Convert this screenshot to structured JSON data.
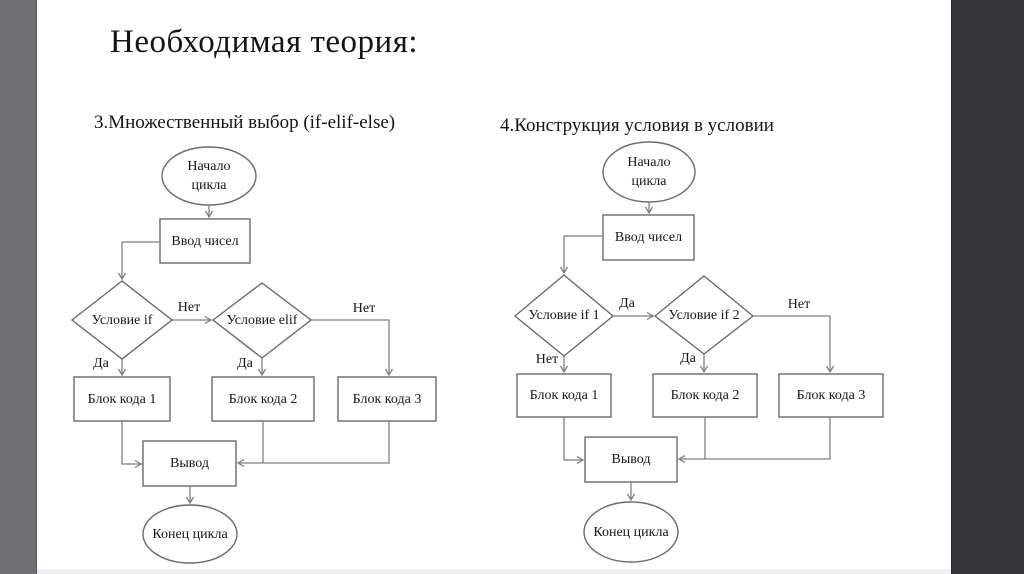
{
  "slide": {
    "title": "Необходимая теория:"
  },
  "diagram_left": {
    "title": "3.Множественный выбор (if-elif-else)",
    "nodes": {
      "start_line1": "Начало",
      "start_line2": "цикла",
      "input": "Ввод чисел",
      "cond_if": "Условие if",
      "cond_elif": "Условие elif",
      "block1": "Блок кода 1",
      "block2": "Блок кода 2",
      "block3": "Блок кода 3",
      "output": "Вывод",
      "end": "Конец цикла"
    },
    "edge_labels": {
      "if_no": "Нет",
      "elif_no": "Нет",
      "if_yes": "Да",
      "elif_yes": "Да"
    }
  },
  "diagram_right": {
    "title": "4.Конструкция условия в условии",
    "nodes": {
      "start_line1": "Начало",
      "start_line2": "цикла",
      "input": "Ввод чисел",
      "cond_if1": "Условие if 1",
      "cond_if2": "Условие if 2",
      "block1": "Блок кода 1",
      "block2": "Блок кода 2",
      "block3": "Блок кода 3",
      "output": "Вывод",
      "end": "Конец цикла"
    },
    "edge_labels": {
      "if1_yes": "Да",
      "if1_no": "Нет",
      "if2_yes": "Да",
      "if2_no": "Нет"
    }
  },
  "colors": {
    "frame_left_bar": "#707075",
    "frame_right_bar": "#353539",
    "shape_stroke": "#6a6a6a",
    "connector": "#7f7f7f",
    "text": "#161616"
  }
}
